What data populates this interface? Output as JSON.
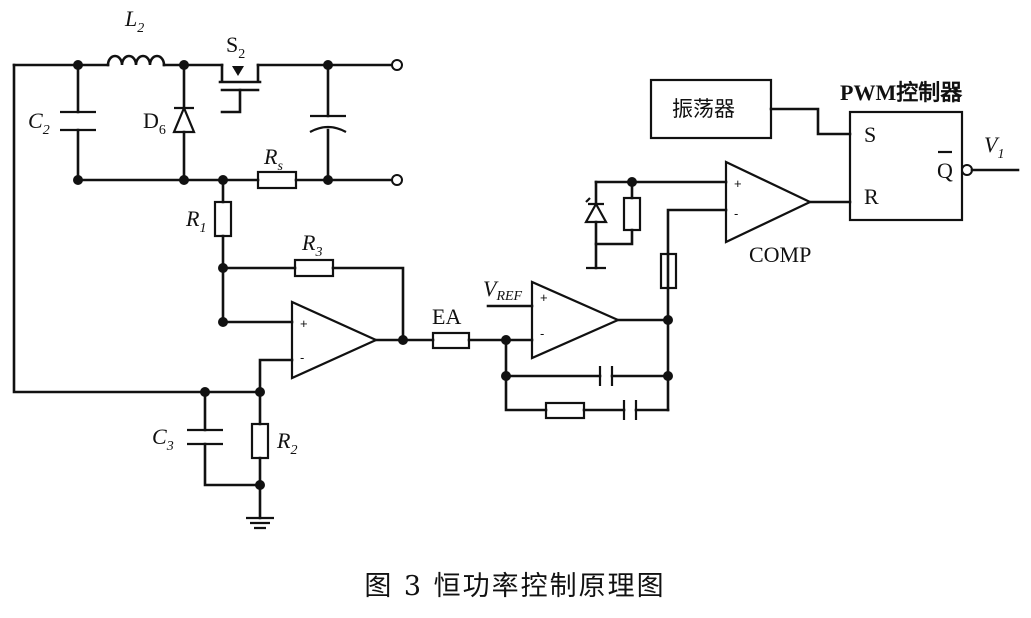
{
  "labels": {
    "L2": "L",
    "L2_sub": "2",
    "S2": "S",
    "S2_sub": "2",
    "C2": "C",
    "C2_sub": "2",
    "D6": "D",
    "D6_sub": "6",
    "Rs": "R",
    "Rs_sub": "s",
    "R1": "R",
    "R1_sub": "1",
    "R3": "R",
    "R3_sub": "3",
    "R2": "R",
    "R2_sub": "2",
    "C3": "C",
    "C3_sub": "3",
    "EA": "EA",
    "VREF": "V",
    "VREF_sub": "REF",
    "COMP": "COMP",
    "oscillator": "振荡器",
    "pwm_controller": "PWM控制器",
    "S_pin": "S",
    "R_pin": "R",
    "Qbar_pin": "Q",
    "V1": "V",
    "V1_sub": "1",
    "plus": "+",
    "minus": "-"
  },
  "caption": "图 3   恒功率控制原理图"
}
